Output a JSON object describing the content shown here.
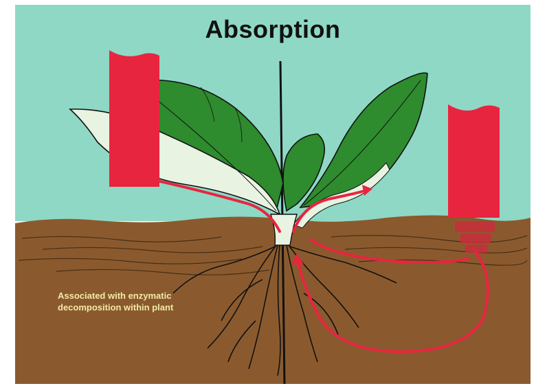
{
  "title": "Absorption",
  "caption": {
    "line1": "Associated with enzymatic",
    "line2": "decomposition within plant"
  },
  "colors": {
    "sky": "#8fd8c5",
    "soil": "#8a5a2e",
    "leaf": "#2e8b2e",
    "arrow": "#e8253f",
    "caption": "#f3e9a8",
    "outline": "#111111"
  },
  "icons": {
    "left_band": "red-spray-band-icon",
    "right_band": "red-spray-band-icon"
  }
}
